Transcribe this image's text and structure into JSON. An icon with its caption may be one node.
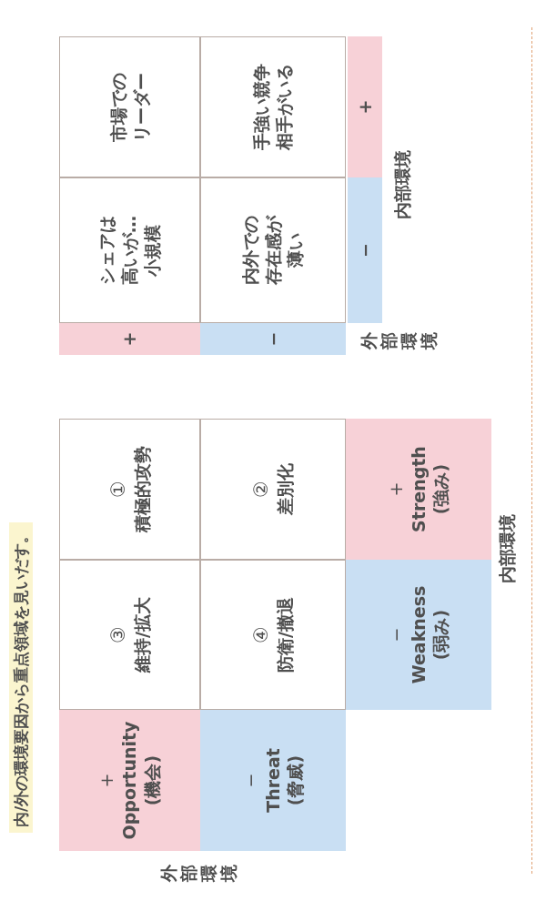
{
  "diagram": {
    "title": "内/外の環境要因から重点領域を見いだす。",
    "nodes": [
      {
        "text": [
          "+",
          "Opportunity (機会)"
        ]
      },
      {
        "text": [
          "③",
          "維持/拡大"
        ]
      },
      {
        "text": [
          "①",
          "積極的攻勢"
        ]
      },
      {
        "text": [
          "−",
          "Threat (脅威)"
        ]
      },
      {
        "text": [
          "④",
          "防衛/撤退"
        ]
      },
      {
        "text": [
          "②",
          "差別化"
        ]
      },
      {
        "text": [
          "−",
          "Weakness (弱み)"
        ]
      },
      {
        "text": [
          "+",
          "Strength (強み)"
        ]
      },
      {
        "text": [
          "+"
        ]
      },
      {
        "text": [
          "シェアは高いが…小規模"
        ]
      },
      {
        "text": [
          "市場でのリーダー"
        ]
      },
      {
        "text": [
          "−"
        ]
      },
      {
        "text": [
          "内外での存在感が薄い"
        ]
      },
      {
        "text": [
          "手強い競争相手がいる"
        ]
      },
      {
        "text": [
          "−"
        ]
      },
      {
        "text": [
          "+"
        ]
      }
    ],
    "labels": [
      "外部環境",
      "内部環境",
      "外部環境",
      "内部環境"
    ]
  }
}
